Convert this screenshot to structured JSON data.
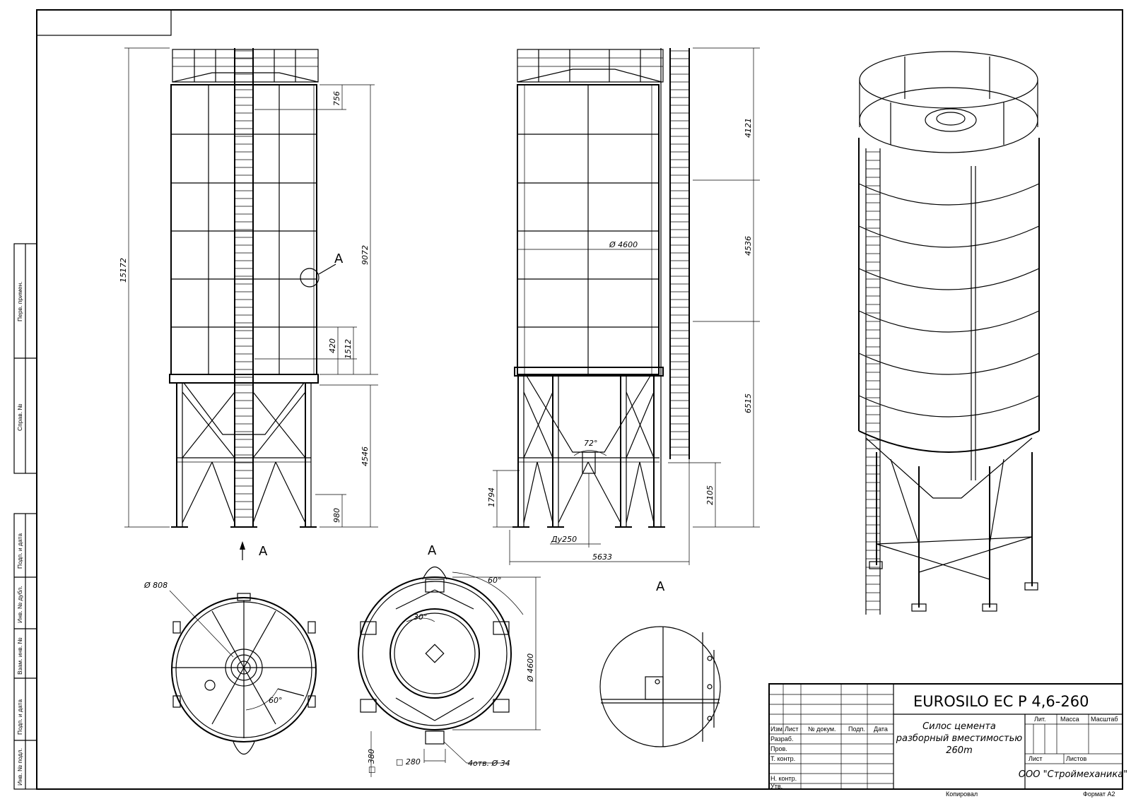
{
  "title_block": {
    "designation": "EUROSILO EC P 4,6-260",
    "description_lines": [
      "Силос цемента",
      "разборный вместимостью",
      "260m"
    ],
    "company": "ООО \"Строймеханика\"",
    "col_headers": [
      "Изм.",
      "Лист",
      "№ докум.",
      "Подп.",
      "Дата"
    ],
    "roles": [
      "Разраб.",
      "Пров.",
      "Т. контр.",
      "Н. контр.",
      "Утв."
    ],
    "lit_label": "Лит.",
    "mass_label": "Масса",
    "scale_label": "Масштаб",
    "sheet_label": "Лист",
    "sheets_label": "Листов",
    "copied_label": "Копировал",
    "format_label": "Формат A2"
  },
  "side_stamps": [
    "Перв. примен.",
    "Справ. №",
    "Подп. и дата",
    "Инв. № дубл.",
    "Взам. инв. №",
    "Подп. и дата",
    "Инв. № подл."
  ],
  "views": {
    "front": {
      "dims": {
        "total_height": "15172",
        "top_offset": "756",
        "cylinder": "9072",
        "d420": "420",
        "d1512": "1512",
        "legs": "4546",
        "foot": "980"
      },
      "detail_ref": "A",
      "view_arrow": "A"
    },
    "side": {
      "dims": {
        "diameter": "Ø 4600",
        "h4121": "4121",
        "h4536": "4536",
        "h6515": "6515",
        "h2105": "2105",
        "h1794": "1794",
        "angle": "72°",
        "outlet": "Ду250",
        "width": "5633"
      }
    },
    "top": {
      "hatch_dia": "Ø 808",
      "angle": "60°"
    },
    "bottom": {
      "label": "A",
      "angle60": "60°",
      "angle30": "30°",
      "diameter": "Ø 4600",
      "d380": "□ 380",
      "d280": "□ 280",
      "holes": "4отв. Ø 34"
    },
    "detail": {
      "label": "A"
    }
  }
}
